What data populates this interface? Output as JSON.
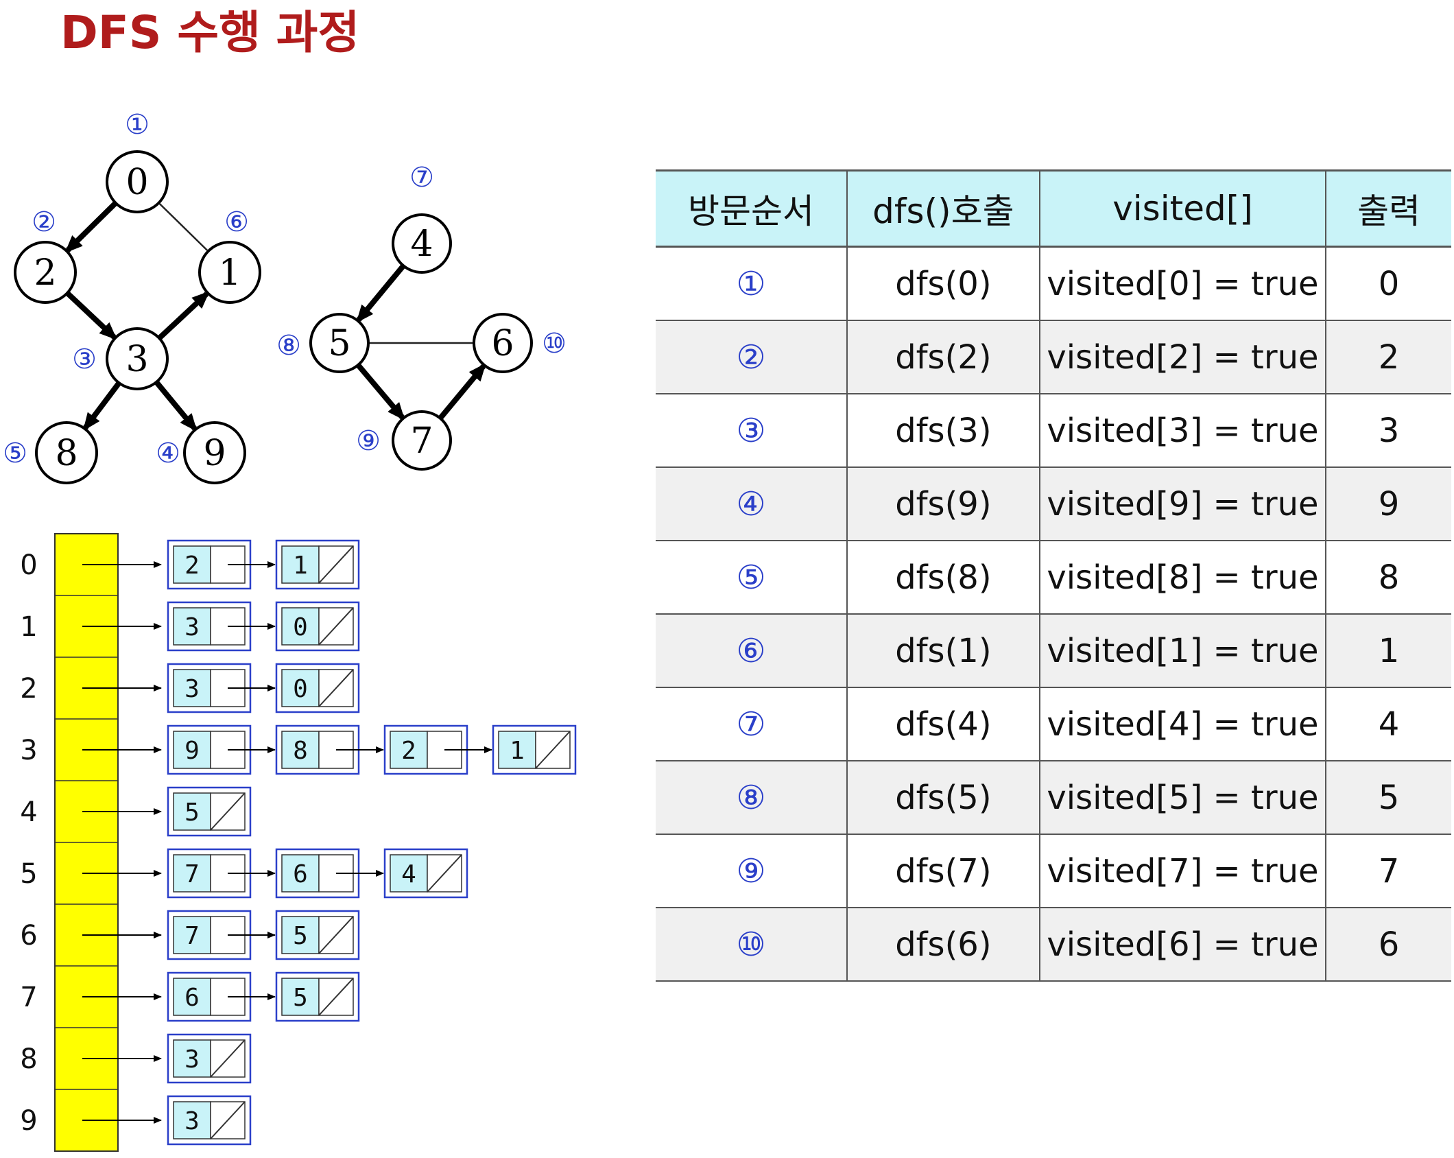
{
  "title": "DFS 수행 과정",
  "colors": {
    "title": "#b01c1c",
    "order_mark": "#2a3fc9",
    "header_bg": "#c9f3f8",
    "node_bg": "#c9f3f8",
    "node_border": "#2a3fc9",
    "adj_array": "#ffff00"
  },
  "graph": {
    "nodes": [
      {
        "id": "0",
        "label": "0",
        "order": "①"
      },
      {
        "id": "1",
        "label": "1",
        "order": "⑥"
      },
      {
        "id": "2",
        "label": "2",
        "order": "②"
      },
      {
        "id": "3",
        "label": "3",
        "order": "③"
      },
      {
        "id": "8",
        "label": "8",
        "order": "⑤"
      },
      {
        "id": "9",
        "label": "9",
        "order": "④"
      },
      {
        "id": "4",
        "label": "4",
        "order": "⑦"
      },
      {
        "id": "5",
        "label": "5",
        "order": "⑧"
      },
      {
        "id": "6",
        "label": "6",
        "order": "⑩"
      },
      {
        "id": "7",
        "label": "7",
        "order": "⑨"
      }
    ],
    "tree_edges": [
      [
        "0",
        "2"
      ],
      [
        "2",
        "3"
      ],
      [
        "3",
        "9"
      ],
      [
        "3",
        "8"
      ],
      [
        "3",
        "1"
      ],
      [
        "4",
        "5"
      ],
      [
        "5",
        "7"
      ],
      [
        "7",
        "6"
      ]
    ],
    "other_edges": [
      [
        "0",
        "1"
      ],
      [
        "5",
        "6"
      ]
    ]
  },
  "adjacency_list": [
    {
      "index": "0",
      "nodes": [
        "2",
        "1"
      ]
    },
    {
      "index": "1",
      "nodes": [
        "3",
        "0"
      ]
    },
    {
      "index": "2",
      "nodes": [
        "3",
        "0"
      ]
    },
    {
      "index": "3",
      "nodes": [
        "9",
        "8",
        "2",
        "1"
      ]
    },
    {
      "index": "4",
      "nodes": [
        "5"
      ]
    },
    {
      "index": "5",
      "nodes": [
        "7",
        "6",
        "4"
      ]
    },
    {
      "index": "6",
      "nodes": [
        "7",
        "5"
      ]
    },
    {
      "index": "7",
      "nodes": [
        "6",
        "5"
      ]
    },
    {
      "index": "8",
      "nodes": [
        "3"
      ]
    },
    {
      "index": "9",
      "nodes": [
        "3"
      ]
    }
  ],
  "table": {
    "headers": [
      "방문순서",
      "dfs()호출",
      "visited[]",
      "출력"
    ],
    "rows": [
      {
        "order": "①",
        "call": "dfs(0)",
        "visited": "visited[0] = true",
        "output": "0"
      },
      {
        "order": "②",
        "call": "dfs(2)",
        "visited": "visited[2] = true",
        "output": "2"
      },
      {
        "order": "③",
        "call": "dfs(3)",
        "visited": "visited[3] = true",
        "output": "3"
      },
      {
        "order": "④",
        "call": "dfs(9)",
        "visited": "visited[9] = true",
        "output": "9"
      },
      {
        "order": "⑤",
        "call": "dfs(8)",
        "visited": "visited[8] = true",
        "output": "8"
      },
      {
        "order": "⑥",
        "call": "dfs(1)",
        "visited": "visited[1] = true",
        "output": "1"
      },
      {
        "order": "⑦",
        "call": "dfs(4)",
        "visited": "visited[4] = true",
        "output": "4"
      },
      {
        "order": "⑧",
        "call": "dfs(5)",
        "visited": "visited[5] = true",
        "output": "5"
      },
      {
        "order": "⑨",
        "call": "dfs(7)",
        "visited": "visited[7] = true",
        "output": "7"
      },
      {
        "order": "⑩",
        "call": "dfs(6)",
        "visited": "visited[6] = true",
        "output": "6"
      }
    ]
  }
}
